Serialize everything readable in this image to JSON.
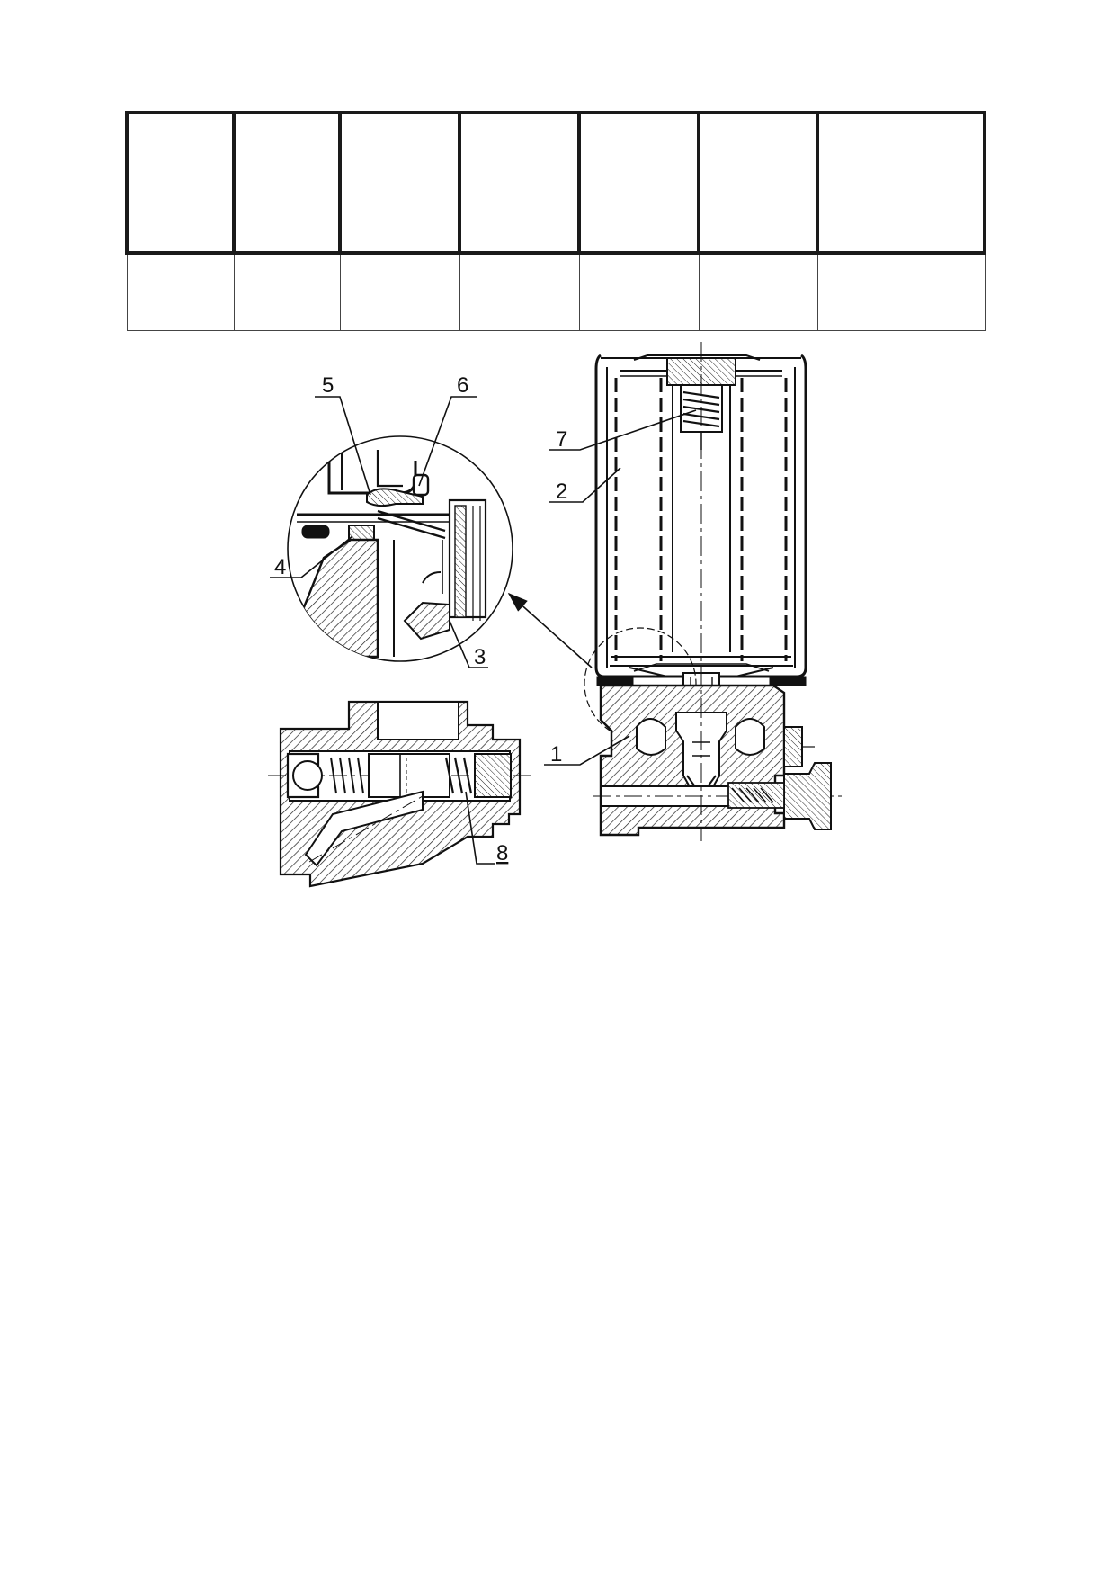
{
  "stamp_table": {
    "columns": 7,
    "rows": [
      [
        "",
        "",
        "",
        "",
        "",
        "",
        ""
      ],
      [
        "",
        "",
        "",
        "",
        "",
        "",
        ""
      ]
    ]
  },
  "callouts": {
    "c1": "1",
    "c2": "2",
    "c3": "3",
    "c4": "4",
    "c5": "5",
    "c6": "6",
    "c7": "7",
    "c8": "8"
  }
}
